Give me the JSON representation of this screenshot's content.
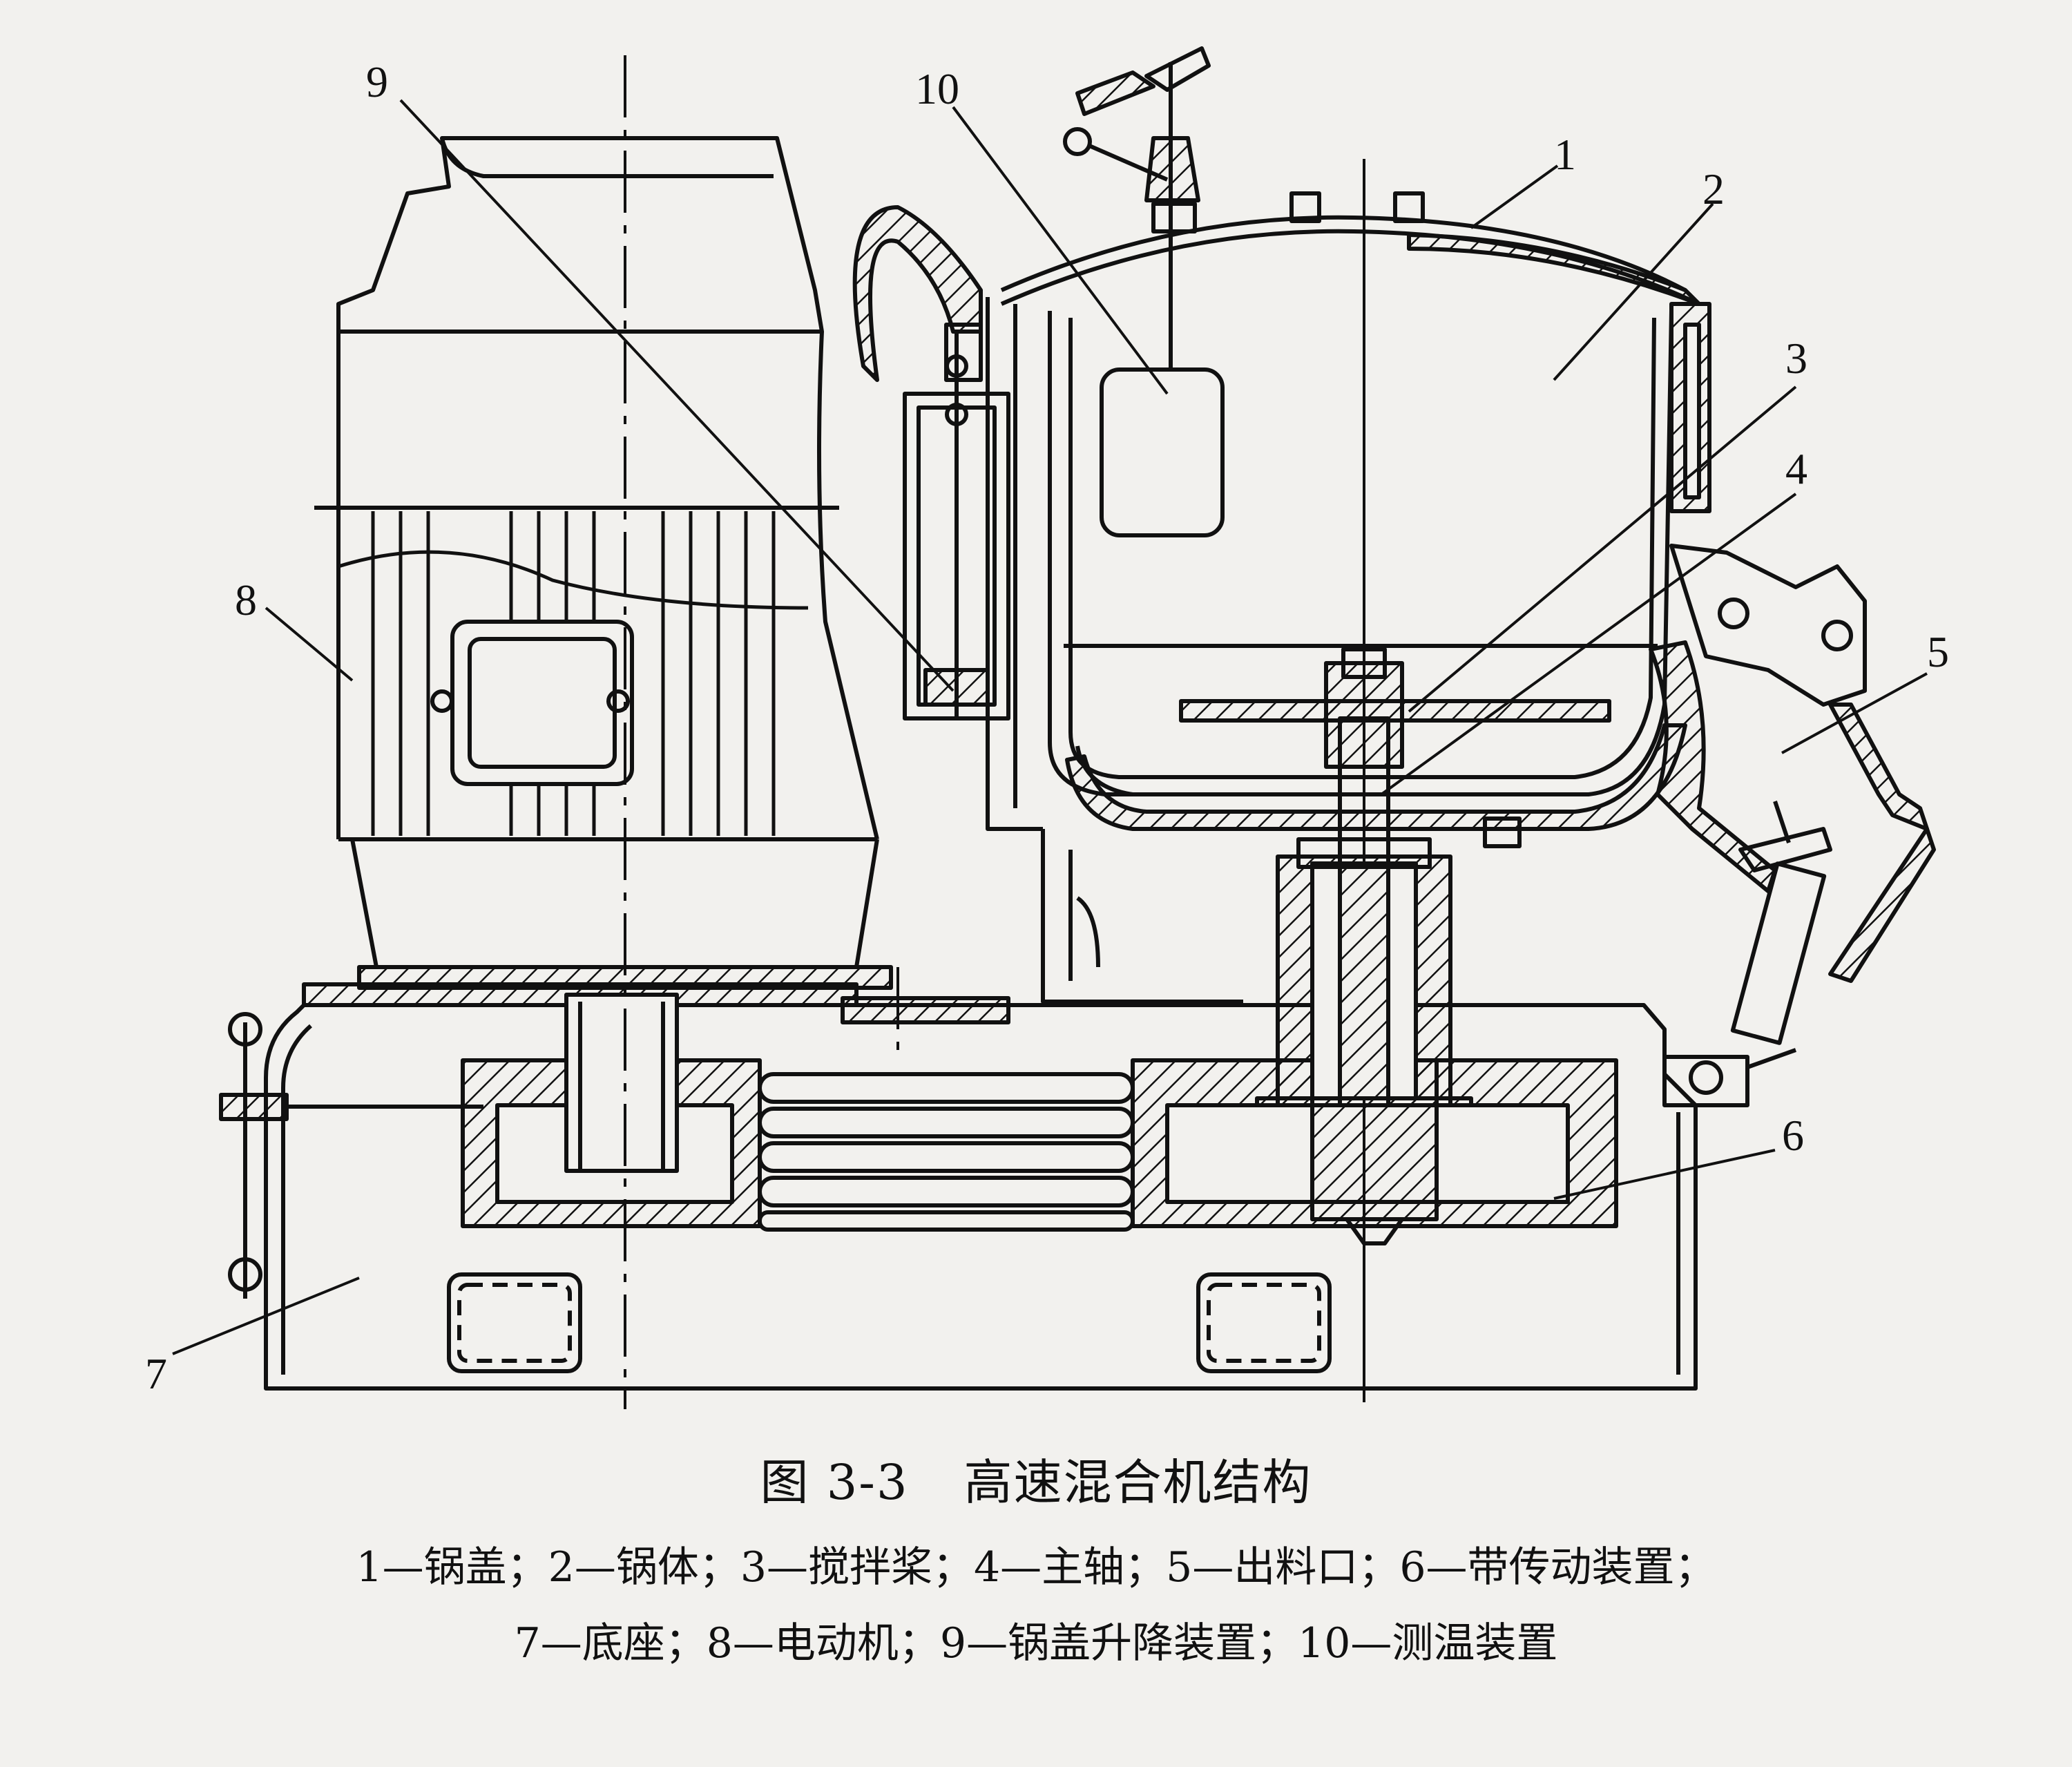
{
  "figure": {
    "number": "图 3-3",
    "title": "高速混合机结构"
  },
  "callouts": [
    {
      "id": "1",
      "text": "1"
    },
    {
      "id": "2",
      "text": "2"
    },
    {
      "id": "3",
      "text": "3"
    },
    {
      "id": "4",
      "text": "4"
    },
    {
      "id": "5",
      "text": "5"
    },
    {
      "id": "6",
      "text": "6"
    },
    {
      "id": "7",
      "text": "7"
    },
    {
      "id": "8",
      "text": "8"
    },
    {
      "id": "9",
      "text": "9"
    },
    {
      "id": "10",
      "text": "10"
    }
  ],
  "legend": {
    "line1": "1—锅盖；2—锅体；3—搅拌桨；4—主轴；5—出料口；6—带传动装置；",
    "line2": "7—底座；8—电动机；9—锅盖升降装置；10—测温装置"
  },
  "colors": {
    "ink": "#111111",
    "paper": "#f2f1ee"
  }
}
